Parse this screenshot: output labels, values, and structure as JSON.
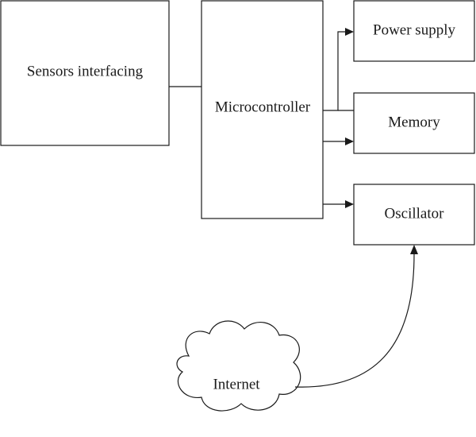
{
  "nodes": {
    "sensors": "Sensors interfacing",
    "microcontroller": "Microcontroller",
    "power_supply": "Power supply",
    "memory": "Memory",
    "oscillator": "Oscillator",
    "internet": "Internet"
  },
  "colors": {
    "stroke": "#1a1a1a",
    "background": "#ffffff"
  }
}
